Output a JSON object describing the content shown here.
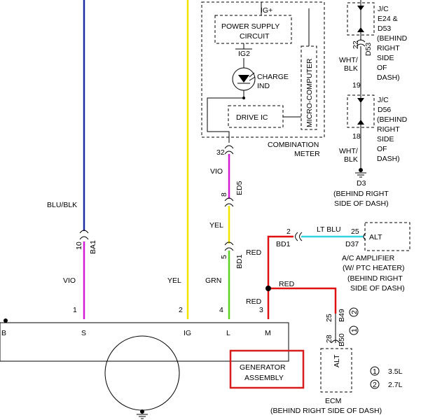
{
  "wire_colors": {
    "blue": "#1e2ea8",
    "violet": "#d21ad2",
    "yellow": "#f2e600",
    "green": "#5ad21e",
    "red": "#e01010",
    "light_blue": "#33d6e0",
    "highlight": "#d81b1b"
  },
  "combination_meter": {
    "ig_plus": "IG+",
    "power_supply_line1": "POWER SUPPLY",
    "power_supply_line2": "CIRCUIT",
    "ig2": "IG2",
    "charge_line1": "CHARGE",
    "charge_line2": "IND",
    "drive_ic": "DRIVE IC",
    "micro_computer": "MICRO-COMPUTER",
    "label_line1": "COMBINATION",
    "label_line2": "METER",
    "charge_lamp_icon": "charge-warning-lamp-icon"
  },
  "jc_upper": {
    "line1": "J/C",
    "line2": "E24 &",
    "line3": "D53",
    "line4": "(BEHIND",
    "line5": "RIGHT",
    "line6": "SIDE",
    "line7": "OF",
    "line8": "DASH)",
    "pin": "22",
    "connector": "D53"
  },
  "wire_wht_blk_1": {
    "line1": "WHT/",
    "line2": "BLK"
  },
  "jc_lower": {
    "pin_top": "19",
    "line1": "J/C",
    "line2": "D56",
    "line3": "(BEHIND",
    "line4": "RIGHT",
    "line5": "SIDE",
    "line6": "OF",
    "line7": "DASH)",
    "pin_bottom": "18"
  },
  "wire_wht_blk_2": {
    "line1": "WHT/",
    "line2": "BLK"
  },
  "ground_d3": {
    "id": "D3",
    "note_line1": "(BEHIND RIGHT",
    "note_line2": "SIDE OF DASH)",
    "icon": "ground-symbol-icon"
  },
  "meter_wire": {
    "pin": "32",
    "color_name": "VIO",
    "connector": "ED5",
    "connector_pin": "8",
    "lower_color_name": "YEL",
    "bd1_pin": "5",
    "bd1": "BD1",
    "grn": "GRN"
  },
  "blue_wire": {
    "label": "BLU/BLK",
    "pin": "10",
    "connector": "BA1",
    "lower_label": "VIO"
  },
  "yellow_wire": {
    "label": "YEL"
  },
  "red_wire": {
    "red1": "RED",
    "bd1_pin": "2",
    "bd1": "BD1",
    "red2": "RED",
    "red3": "RED",
    "pin": "3"
  },
  "light_blue_wire": {
    "label": "LT BLU",
    "pin": "25"
  },
  "ac_amplifier": {
    "box_label": "ALT",
    "connector": "D37",
    "line1": "A/C AMPLIFIER",
    "line2": "(W/ PTC HEATER)",
    "line3": "(BEHIND RIGHT",
    "line4": "SIDE OF DASH)"
  },
  "generator": {
    "terminals": [
      "B",
      "S",
      "IG",
      "L",
      "M"
    ],
    "pins": [
      "1",
      "2",
      "4",
      "3"
    ],
    "label_line1": "GENERATOR",
    "label_line2": "ASSEMBLY",
    "ground_icon": "ground-symbol-icon"
  },
  "ecm": {
    "pin25": "25",
    "b49": "B49",
    "note2": "2",
    "pin28": "28",
    "b50": "B50",
    "note1": "1",
    "box_label": "ALT",
    "label": "ECM",
    "location": "(BEHIND RIGHT SIDE OF DASH)"
  },
  "legend": [
    {
      "num": "1",
      "text": "3.5L"
    },
    {
      "num": "2",
      "text": "2.7L"
    }
  ]
}
